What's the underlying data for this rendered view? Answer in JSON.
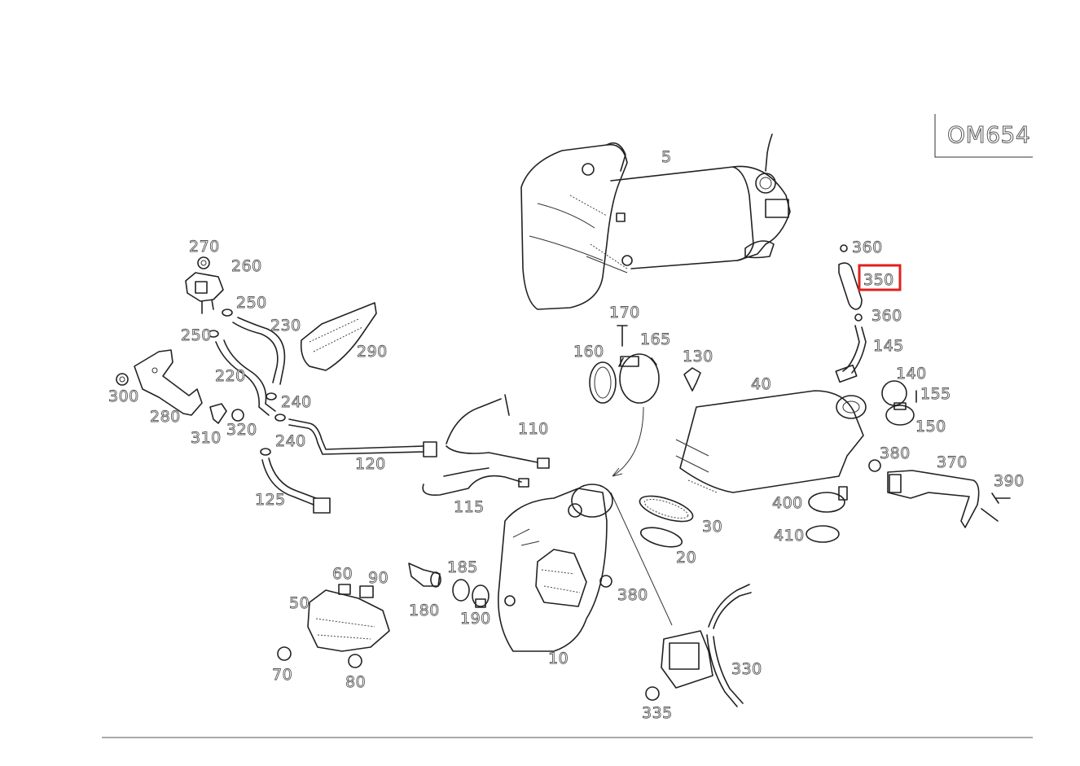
{
  "engine_code": "OM654",
  "highlight": {
    "part": "350",
    "color": "#e02020"
  },
  "labels": [
    {
      "id": "l5",
      "text": "5"
    },
    {
      "id": "l360a",
      "text": "360"
    },
    {
      "id": "l350",
      "text": "350"
    },
    {
      "id": "l360b",
      "text": "360"
    },
    {
      "id": "l145",
      "text": "145"
    },
    {
      "id": "l270",
      "text": "270"
    },
    {
      "id": "l260",
      "text": "260"
    },
    {
      "id": "l250a",
      "text": "250"
    },
    {
      "id": "l230",
      "text": "230"
    },
    {
      "id": "l250b",
      "text": "250"
    },
    {
      "id": "l290",
      "text": "290"
    },
    {
      "id": "l170",
      "text": "170"
    },
    {
      "id": "l165",
      "text": "165"
    },
    {
      "id": "l160",
      "text": "160"
    },
    {
      "id": "l130",
      "text": "130"
    },
    {
      "id": "l40",
      "text": "40"
    },
    {
      "id": "l140",
      "text": "140"
    },
    {
      "id": "l155",
      "text": "155"
    },
    {
      "id": "l150",
      "text": "150"
    },
    {
      "id": "l300",
      "text": "300"
    },
    {
      "id": "l220",
      "text": "220"
    },
    {
      "id": "l240a",
      "text": "240"
    },
    {
      "id": "l280",
      "text": "280"
    },
    {
      "id": "l310",
      "text": "310"
    },
    {
      "id": "l320",
      "text": "320"
    },
    {
      "id": "l240b",
      "text": "240"
    },
    {
      "id": "l110",
      "text": "110"
    },
    {
      "id": "l120",
      "text": "120"
    },
    {
      "id": "l380a",
      "text": "380"
    },
    {
      "id": "l370",
      "text": "370"
    },
    {
      "id": "l390",
      "text": "390"
    },
    {
      "id": "l125",
      "text": "125"
    },
    {
      "id": "l115",
      "text": "115"
    },
    {
      "id": "l400",
      "text": "400"
    },
    {
      "id": "l30",
      "text": "30"
    },
    {
      "id": "l410",
      "text": "410"
    },
    {
      "id": "l20",
      "text": "20"
    },
    {
      "id": "l60",
      "text": "60"
    },
    {
      "id": "l90",
      "text": "90"
    },
    {
      "id": "l185",
      "text": "185"
    },
    {
      "id": "l50",
      "text": "50"
    },
    {
      "id": "l180",
      "text": "180"
    },
    {
      "id": "l190",
      "text": "190"
    },
    {
      "id": "l380b",
      "text": "380"
    },
    {
      "id": "l70",
      "text": "70"
    },
    {
      "id": "l10",
      "text": "10"
    },
    {
      "id": "l330",
      "text": "330"
    },
    {
      "id": "l80",
      "text": "80"
    },
    {
      "id": "l335",
      "text": "335"
    }
  ]
}
